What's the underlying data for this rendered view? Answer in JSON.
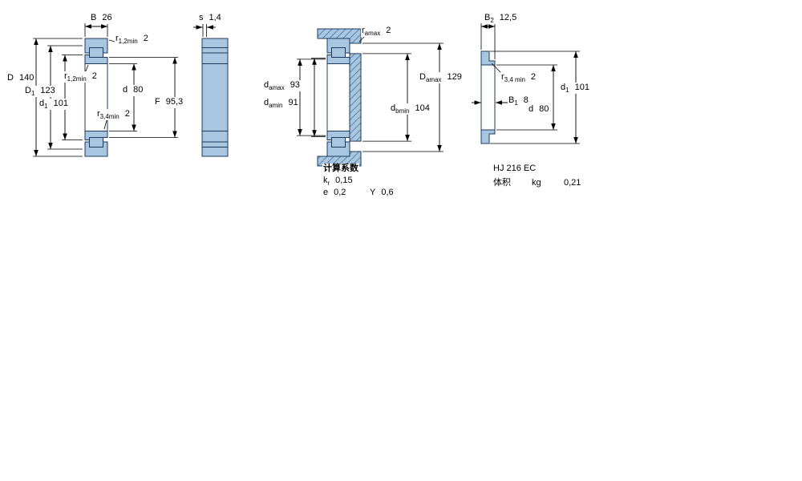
{
  "figure": {
    "kind": "bearing cross-section technical drawing",
    "colors": {
      "fill": "#a9c6e1",
      "outline": "#1c3a5e",
      "hatch": "#35618e",
      "dimension": "#000000"
    }
  },
  "labels": {
    "b": {
      "base": "B",
      "sub": "",
      "value": "26"
    },
    "r12a": {
      "base": "r",
      "sub": "1,2min",
      "value": "2"
    },
    "r12b": {
      "base": "r",
      "sub": "1,2min",
      "value": "2"
    },
    "D": {
      "base": "D",
      "sub": "",
      "value": "140"
    },
    "D1": {
      "base": "D",
      "sub": "1",
      "value": "123"
    },
    "d1": {
      "base": "d",
      "sub": "1",
      "value": "101"
    },
    "d": {
      "base": "d",
      "sub": "",
      "value": "80"
    },
    "r34": {
      "base": "r",
      "sub": "3,4min",
      "value": "2"
    },
    "F": {
      "base": "F",
      "sub": "",
      "value": "95,3"
    },
    "s": {
      "base": "s",
      "sub": "",
      "value": "1,4"
    },
    "ramax": {
      "base": "r",
      "sub": "amax",
      "value": "2"
    },
    "damax": {
      "base": "d",
      "sub": "amax",
      "value": "93"
    },
    "damin": {
      "base": "d",
      "sub": "amin",
      "value": "91"
    },
    "Damax": {
      "base": "D",
      "sub": "amax",
      "value": "129"
    },
    "dbmin": {
      "base": "d",
      "sub": "bmin",
      "value": "104"
    },
    "calc_title": "计算系数",
    "kr": {
      "base": "k",
      "sub": "r",
      "value": "0,15"
    },
    "e": {
      "base": "e",
      "sub": "",
      "value": "0,2"
    },
    "Y": {
      "base": "Y",
      "sub": "",
      "value": "0,6"
    },
    "B2": {
      "base": "B",
      "sub": "2",
      "value": "12,5"
    },
    "r34b": {
      "base": "r",
      "sub": "3,4 min",
      "value": "2"
    },
    "d1b": {
      "base": "d",
      "sub": "1",
      "value": "101"
    },
    "B1": {
      "base": "B",
      "sub": "1",
      "value": "8"
    },
    "db": {
      "base": "d",
      "sub": "",
      "value": "80"
    },
    "hj_title": "HJ 216 EC",
    "volume_label": "体积",
    "volume_unit": "kg",
    "volume_value": "0,21"
  }
}
